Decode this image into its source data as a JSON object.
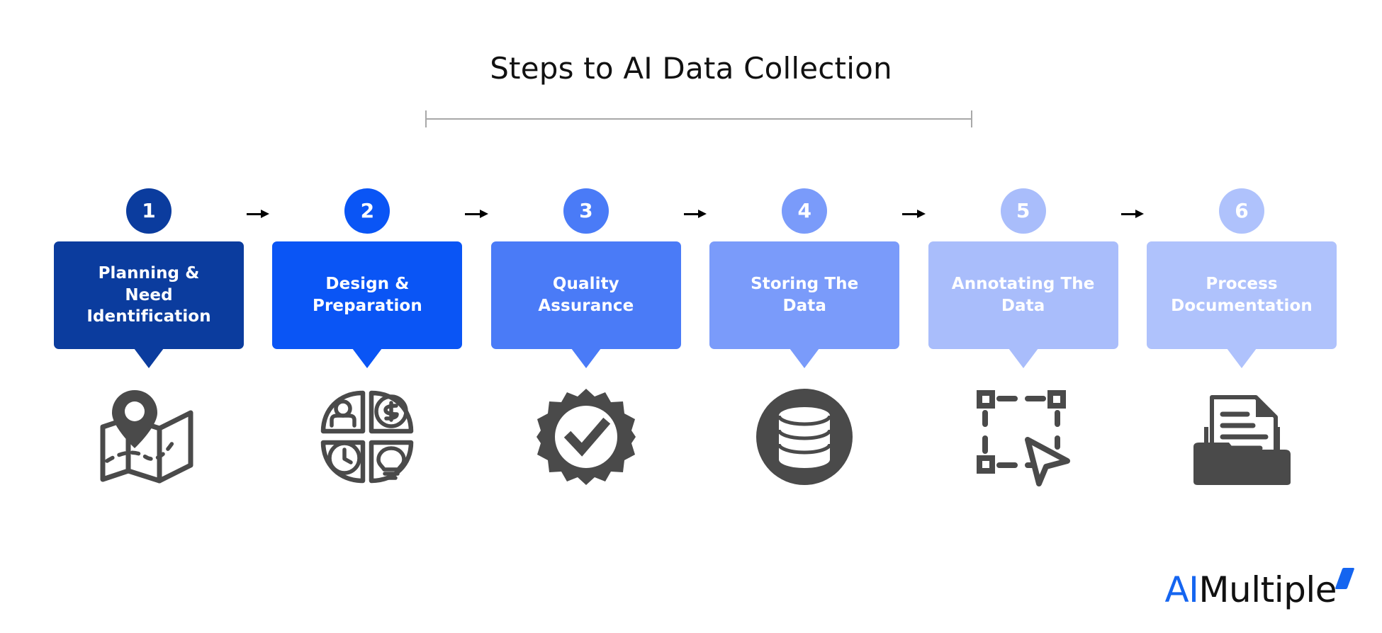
{
  "header": {
    "title": "Steps to AI Data Collection",
    "dimension_line": "dimension-rule"
  },
  "colors": {
    "step1": "#0B3C9E",
    "step2": "#0A55F5",
    "step3": "#4A7BF7",
    "step4": "#7A9BFA",
    "step5": "#A9BDFB",
    "step6": "#AFC2FC",
    "arrow": "#000000",
    "icon": "#4A4A4A",
    "rule": "#a8a8a8",
    "logo_accent": "#1565f0"
  },
  "steps": [
    {
      "number": "1",
      "label": "Planning & Need Identification",
      "label_lines": [
        "Planning &",
        "Need",
        "Identification"
      ],
      "icon": "map-pin-icon",
      "circle_color": "#0B3C9E",
      "box_color": "#0B3C9E"
    },
    {
      "number": "2",
      "label": "Design & Preparation",
      "label_lines": [
        "Design &",
        "Preparation"
      ],
      "icon": "quadrant-chart-icon",
      "circle_color": "#0A55F5",
      "box_color": "#0A55F5"
    },
    {
      "number": "3",
      "label": "Quality Assurance",
      "label_lines": [
        "Quality",
        "Assurance"
      ],
      "icon": "verified-badge-icon",
      "circle_color": "#4A7BF7",
      "box_color": "#4A7BF7"
    },
    {
      "number": "4",
      "label": "Storing The Data",
      "label_lines": [
        "Storing The",
        "Data"
      ],
      "icon": "database-icon",
      "circle_color": "#7A9BFA",
      "box_color": "#7A9BFA"
    },
    {
      "number": "5",
      "label": "Annotating The Data",
      "label_lines": [
        "Annotating The",
        "Data"
      ],
      "icon": "selection-cursor-icon",
      "circle_color": "#A9BDFB",
      "box_color": "#A9BDFB"
    },
    {
      "number": "6",
      "label": "Process Documentation",
      "label_lines": [
        "Process",
        "Documentation"
      ],
      "icon": "document-folder-icon",
      "circle_color": "#AFC2FC",
      "box_color": "#AFC2FC"
    }
  ],
  "arrows": [
    "arrow-1-2",
    "arrow-2-3",
    "arrow-3-4",
    "arrow-4-5",
    "arrow-5-6"
  ],
  "logo": {
    "ai": "AI",
    "multiple": "Multiple",
    "accent": "logo-accent-mark"
  }
}
